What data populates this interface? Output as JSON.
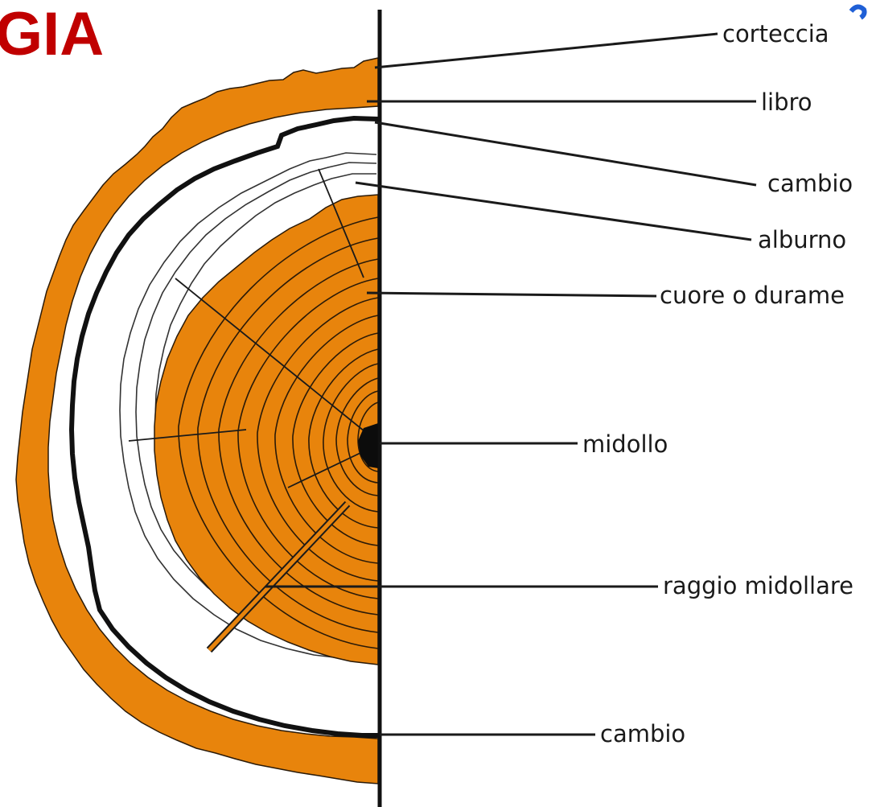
{
  "header": {
    "title_fragment": "GIA"
  },
  "labels": {
    "corteccia": "corteccia",
    "libro": "libro",
    "cambio_top": "cambio",
    "alburno": "alburno",
    "cuore": "cuore o durame",
    "midollo": "midollo",
    "raggio": "raggio midollare",
    "cambio_bottom": "cambio"
  },
  "colors": {
    "header": "#c00000",
    "bark": "#e8840c",
    "heartwood": "#e8840c",
    "ring_line": "#1a1a1a",
    "accent_mark": "#1f5fd6"
  }
}
